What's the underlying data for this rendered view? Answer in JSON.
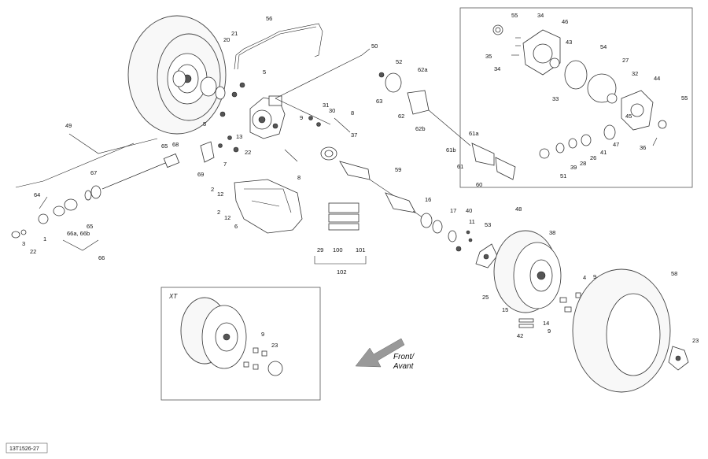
{
  "reference_code": "13T1526-27",
  "inset_label": "XT",
  "front_label_line1": "Front/",
  "front_label_line2": "Avant",
  "callouts": {
    "c56": "56",
    "c21": "21",
    "c20": "20",
    "c5a": "5",
    "c5b": "5",
    "c31": "31",
    "c30": "30",
    "c8a": "8",
    "c8b": "8",
    "c9a": "9",
    "c13": "13",
    "c22": "22",
    "c7": "7",
    "c69": "69",
    "c68": "68",
    "c65a": "65",
    "c65b": "65",
    "c49": "49",
    "c67": "67",
    "c64": "64",
    "c3": "3",
    "c1": "1",
    "c22b": "22",
    "c66ab": "66a, 66b",
    "c66": "66",
    "c2a": "2",
    "c12a": "12",
    "c2b": "2",
    "c12b": "12",
    "c6": "6",
    "c29": "29",
    "c100": "100",
    "c101": "101",
    "c102": "102",
    "c50": "50",
    "c52": "52",
    "c62a": "62a",
    "c63": "63",
    "c62": "62",
    "c62b": "62b",
    "c37": "37",
    "c59": "59",
    "c61a": "61a",
    "c61b": "61b",
    "c61": "61",
    "c60": "60",
    "c16": "16",
    "c17": "17",
    "c40": "40",
    "c11": "11",
    "c53": "53",
    "c48": "48",
    "c38": "38",
    "c25": "25",
    "c15": "15",
    "c4": "4",
    "c9b": "9",
    "c14": "14",
    "c9c": "9",
    "c42": "42",
    "c58": "58",
    "c23a": "23",
    "c9d": "9",
    "c23b": "23",
    "c55a": "55",
    "c34a": "34",
    "c46": "46",
    "c35": "35",
    "c34b": "34",
    "c43": "43",
    "c54": "54",
    "c27": "27",
    "c33": "33",
    "c32": "32",
    "c44": "44",
    "c55b": "55",
    "c45": "45",
    "c47": "47",
    "c36": "36",
    "c41": "41",
    "c26": "26",
    "c28": "28",
    "c39": "39",
    "c51": "51"
  }
}
